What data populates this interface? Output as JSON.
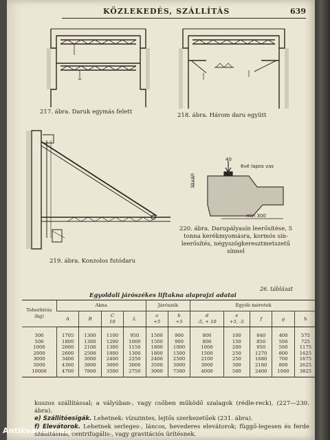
{
  "header": {
    "title": "KÖZLEKEDÉS, SZÁLLÍTÁS",
    "page_number": "639"
  },
  "figures": {
    "fig217_caption": "217. ábra. Daruk egymás felett",
    "fig218_caption": "218. ábra. Három daru együtt",
    "fig219_caption": "219. ábra. Konzolos futódaru",
    "fig220_caption": "220. ábra. Darupályasín leerősítése, 5 tonna kerékmyomásra, kormós sín-leerősítés, négyszögkeresztmetszetű sínnel",
    "fig220_labels": {
      "load": "40",
      "top_label": "6vé lapos vas",
      "side_label": "30×60",
      "dim_label": "min 300"
    }
  },
  "table": {
    "number": "26. táblázat",
    "title": "Egyoldali járószékes liftakna alaprajzi adatai",
    "groups": [
      "Teherbírás (kg)",
      "Akna",
      "Járószék",
      "Egyéb méretek"
    ],
    "columns": [
      "A",
      "B",
      "C\n10",
      "L",
      "a\n+5",
      "b\n+5",
      "d\n-5, + 10",
      "e\n+5, -5",
      "f",
      "g",
      "h"
    ],
    "rows": [
      [
        "300",
        "1705",
        "1300",
        "1100",
        "950",
        "1500",
        "900",
        "800",
        "100",
        "840",
        "400",
        "575"
      ],
      [
        "500",
        "1800",
        "1300",
        "1200",
        "1000",
        "1500",
        "900",
        "800",
        "150",
        "850",
        "500",
        "725"
      ],
      [
        "1000",
        "2000",
        "2100",
        "1300",
        "1150",
        "1800",
        "1000",
        "1000",
        "200",
        "950",
        "500",
        "1175"
      ],
      [
        "2000",
        "2600",
        "2500",
        "1800",
        "1300",
        "1800",
        "1500",
        "1500",
        "250",
        "1270",
        "800",
        "1625"
      ],
      [
        "3000",
        "3400",
        "3000",
        "2400",
        "2250",
        "2400",
        "2500",
        "2100",
        "250",
        "1680",
        "700",
        "1675"
      ],
      [
        "5000",
        "4300",
        "3800",
        "3000",
        "3000",
        "3500",
        "3000",
        "3000",
        "300",
        "2180",
        "800",
        "2625"
      ],
      [
        "10000",
        "4700",
        "7800",
        "3500",
        "2750",
        "3000",
        "7500",
        "4000",
        "500",
        "2400",
        "1000",
        "3825"
      ]
    ]
  },
  "body": {
    "line1": "kuszos szállítással; a vályúban-, vagy csőben működő szalagok (rédle-reck), (227—230. ábra).",
    "item_e_head": "e) Szállítóesigák.",
    "item_e_text": " Lehetnek: vízszintes, lejtős szerkezetűek (231. ábra).",
    "item_f_head": "f) Elevátorok.",
    "item_f_text": " Lehetnek serleges-, láncos, hevederes elevátorok; függő-legesen és ferde szállításnál, centrifugális-, vagy gravitációs ürítésnek."
  },
  "watermark": "Antikvárium.hu"
}
